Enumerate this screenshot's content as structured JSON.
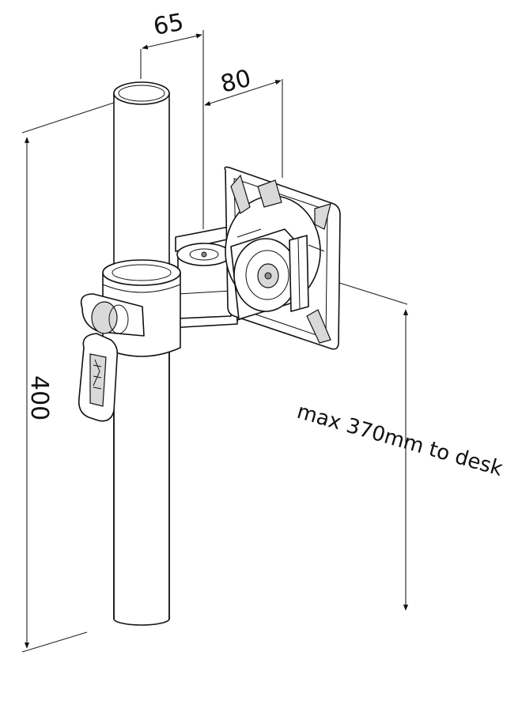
{
  "dimensions": {
    "pole_diameter": "65",
    "arm_offset": "80",
    "pole_height": "400",
    "desk_clearance": "max 370mm to desk"
  }
}
